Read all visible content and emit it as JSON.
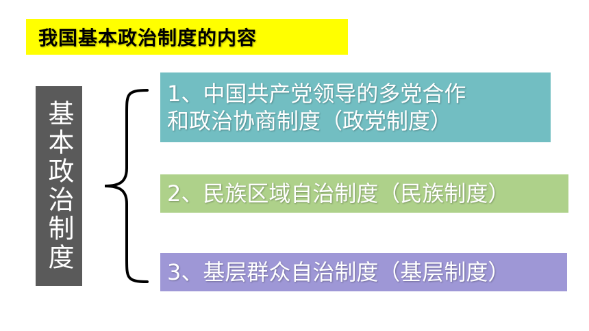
{
  "title": "我国基本政治制度的内容",
  "left_label": "基本政治制度",
  "items": [
    {
      "text_line1": "1、中国共产党领导的多党合作",
      "text_line2": "和政治协商制度（政党制度）"
    },
    {
      "text": "2、民族区域自治制度（民族制度）"
    },
    {
      "text": "3、基层群众自治制度（基层制度）"
    }
  ],
  "colors": {
    "title_bg": "#ffff00",
    "left_bg": "#5a5a5a",
    "item1_bg": "#72bec2",
    "item2_bg": "#aed18a",
    "item3_bg": "#9e97d6",
    "brace": "#000000"
  }
}
